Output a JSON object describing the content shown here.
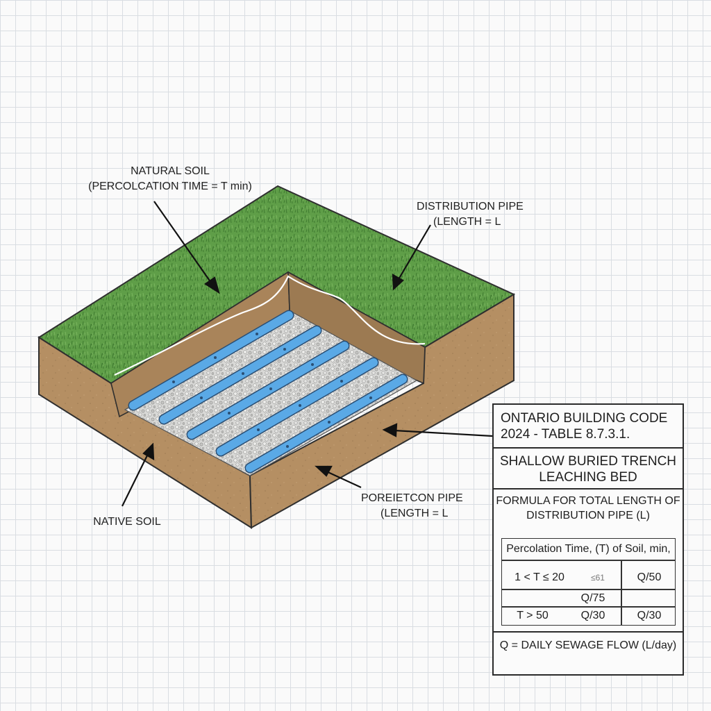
{
  "labels": {
    "natural_soil": [
      "NATURAL SOIL",
      "(PERCOLCATION TIME = T min)"
    ],
    "distribution_pipe": [
      "DISTRIBUTION PIPE",
      "(LENGTH = L"
    ],
    "native_soil": "NATIVE SOIL",
    "perforated_pipe": [
      "POREIETCON PIPE",
      "(LENGTH = L"
    ]
  },
  "code_panel": {
    "title": [
      "ONTARIO BUILDING CODE",
      "2024 - TABLE 8.7.3.1."
    ],
    "subtitle": [
      "SHALLOW BURIED TRENCH",
      "LEACHING BED"
    ],
    "formula_heading": [
      "FORMULA FOR TOTAL LENGTH OF",
      "DISTRIBUTION PIPE (L)"
    ],
    "table": {
      "header": "Percolation Time, (T) of Soil, min,",
      "row1": [
        "1 < T ≤ 20",
        "≤61",
        "Q/50"
      ],
      "row2": [
        "",
        "Q/75",
        ""
      ],
      "row3": [
        "T > 50",
        "Q/30",
        "Q/30"
      ]
    },
    "note": "Q = DAILY SEWAGE FLOW (L/day)"
  },
  "colors": {
    "grass": "#5f9e48",
    "soil_side": "#b58f63",
    "soil_dark": "#9c7a52",
    "gravel": "#d5d5d3",
    "pipe": "#5aa9e6",
    "background_grid": "#d9dde2"
  }
}
